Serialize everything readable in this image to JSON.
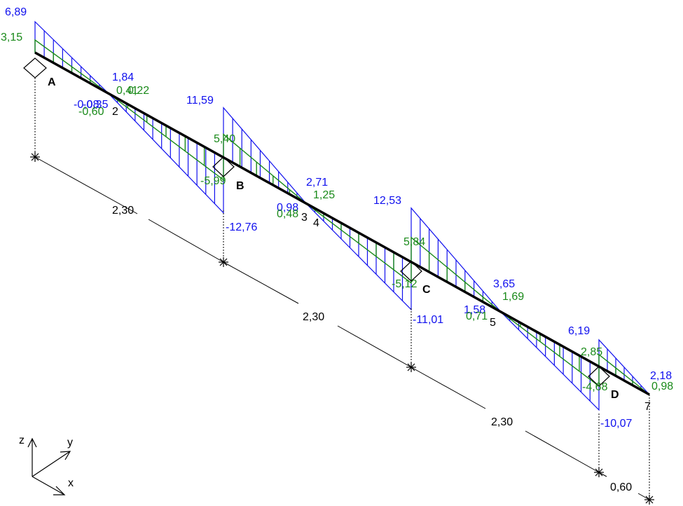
{
  "colors": {
    "shear": "#1010ee",
    "moment": "#1a8a1a",
    "beam": "#000000",
    "dimension": "#000000"
  },
  "supports": {
    "A": "A",
    "B": "B",
    "C": "C",
    "D": "D"
  },
  "nodes": {
    "n2": "2",
    "n3": "3",
    "n4": "4",
    "n5": "5",
    "n7": "7"
  },
  "dimensions": {
    "span1": "2,30",
    "span2": "2,30",
    "span3": "2,30",
    "span4": "0,60"
  },
  "blue_values": {
    "a_top": "6,89",
    "span1_mid": "1,84",
    "span1_left1": "-0,08",
    "span1_left2": "-0,35",
    "b_top": "11,59",
    "b_bottom": "-12,76",
    "span2_mid": "2,71",
    "span2_left": "0,98",
    "c_top": "12,53",
    "c_bottom": "-11,01",
    "span3_mid": "3,65",
    "span3_left": "1,58",
    "d_top": "6,19",
    "d_bottom": "-10,07",
    "end_val": "2,18"
  },
  "green_values": {
    "a_top": "3,15",
    "span1_r1": "0,41",
    "span1_r2": "0,22",
    "span1_left": "-0,60",
    "b_top": "5,40",
    "b_bottom": "-5,99",
    "span2_mid": "1,25",
    "span2_left": "0,48",
    "c_top": "5,84",
    "c_bottom": "-5,12",
    "span3_mid": "1,69",
    "span3_left": "0,71",
    "d_top": "2,85",
    "d_bottom": "-4,68",
    "end_val": "0,98"
  },
  "axes": {
    "z": "z",
    "y": "y",
    "x": "x"
  }
}
